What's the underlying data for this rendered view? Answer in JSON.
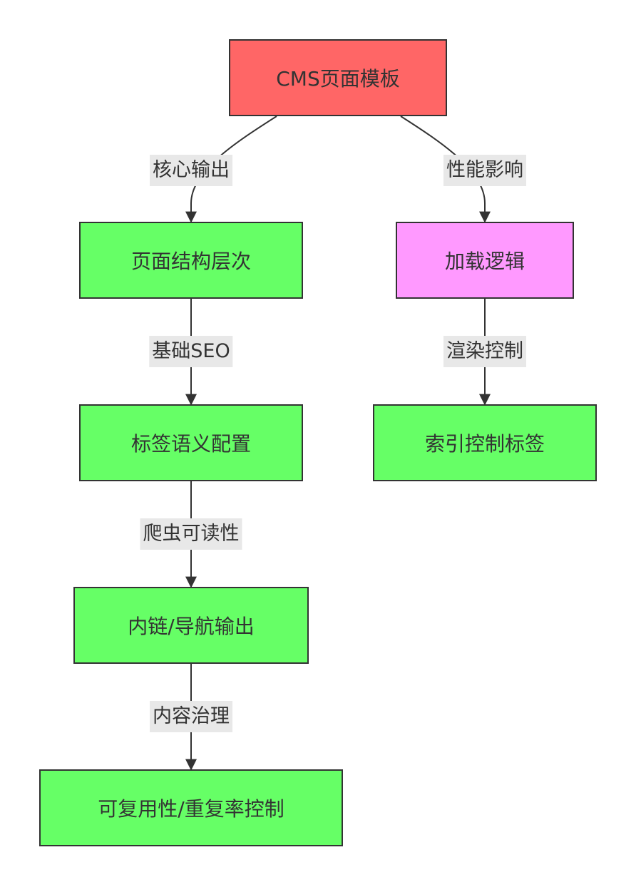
{
  "colors": {
    "root": "#ff6666",
    "step": "#66ff66",
    "loading": "#ff99ff",
    "edge": "#333333",
    "edge_label_bg": "#e8e8e8"
  },
  "nodes": {
    "root": "CMS页面模板",
    "structure": "页面结构层次",
    "tag_semantics": "标签语义配置",
    "nav_output": "内链/导航输出",
    "reusability": "可复用性/重复率控制",
    "loading_logic": "加载逻辑",
    "index_tags": "索引控制标签"
  },
  "edges": {
    "core_output": "核心输出",
    "perf_impact": "性能影响",
    "basic_seo": "基础SEO",
    "crawler_readability": "爬虫可读性",
    "content_governance": "内容治理",
    "render_control": "渲染控制"
  }
}
